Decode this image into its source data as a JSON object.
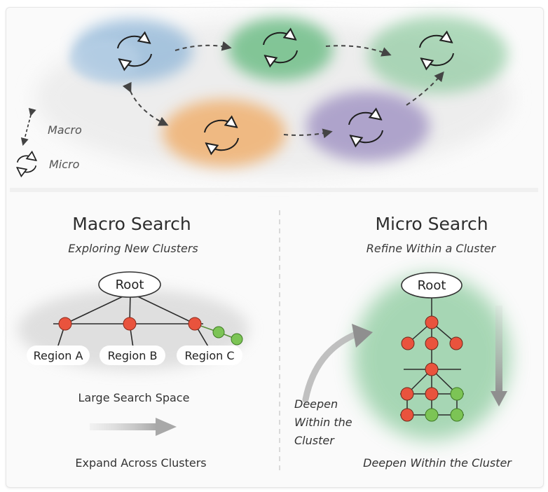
{
  "legend": {
    "macro_label": "Macro",
    "micro_label": "Micro"
  },
  "macro_panel": {
    "title": "Macro Search",
    "subtitle": "Exploring New Clusters",
    "root_label": "Root",
    "regions": [
      "Region A",
      "Region B",
      "Region C"
    ],
    "space_label": "Large Search Space",
    "expand_label": "Expand Across Clusters"
  },
  "micro_panel": {
    "title": "Micro Search",
    "subtitle": "Refine Within a Cluster",
    "root_label": "Root",
    "deepen_side_lines": [
      "Deepen",
      "Within the",
      "Cluster"
    ],
    "deepen_label": "Deepen Within the Cluster"
  },
  "colors": {
    "blue_cluster": "#8fb6d8",
    "green_cluster": "#6fbf86",
    "orange_cluster": "#f0b070",
    "purple_cluster": "#a99bc6",
    "red_node": "#e9533d",
    "green_node": "#7cc455"
  }
}
